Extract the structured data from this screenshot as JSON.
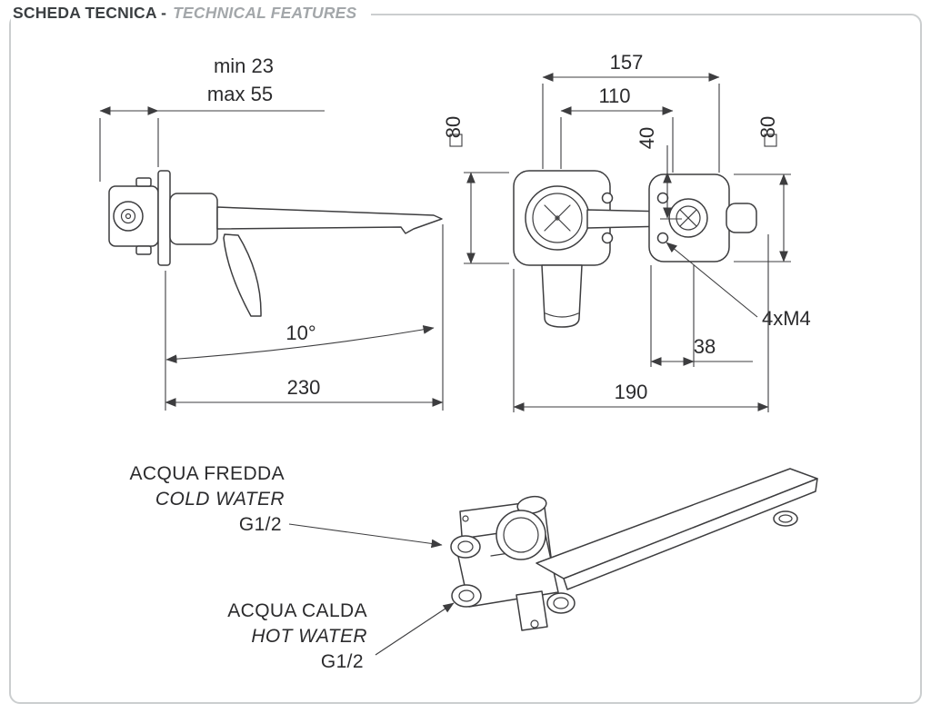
{
  "header": {
    "title_it": "SCHEDA TECNICA -",
    "title_en": "TECHNICAL FEATURES"
  },
  "side_view": {
    "dim_min": "min 23",
    "dim_max": "max 55",
    "angle": "10°",
    "dim_length": "230"
  },
  "front_view": {
    "dim_width_plates": "157",
    "dim_width_centers": "110",
    "dim_square_left": "80",
    "dim_square_right": "80",
    "dim_vertical": "40",
    "dim_screws": "4xM4",
    "dim_handle_offset": "38",
    "dim_total_width": "190"
  },
  "perspective_view": {
    "cold_label_it": "ACQUA FREDDA",
    "cold_label_en": "COLD WATER",
    "cold_thread": "G1/2",
    "hot_label_it": "ACQUA CALDA",
    "hot_label_en": "HOT WATER",
    "hot_thread": "G1/2"
  },
  "colors": {
    "line": "#3d3d3f",
    "muted_gray": "#a3a7aa",
    "border": "#cbcecf"
  }
}
